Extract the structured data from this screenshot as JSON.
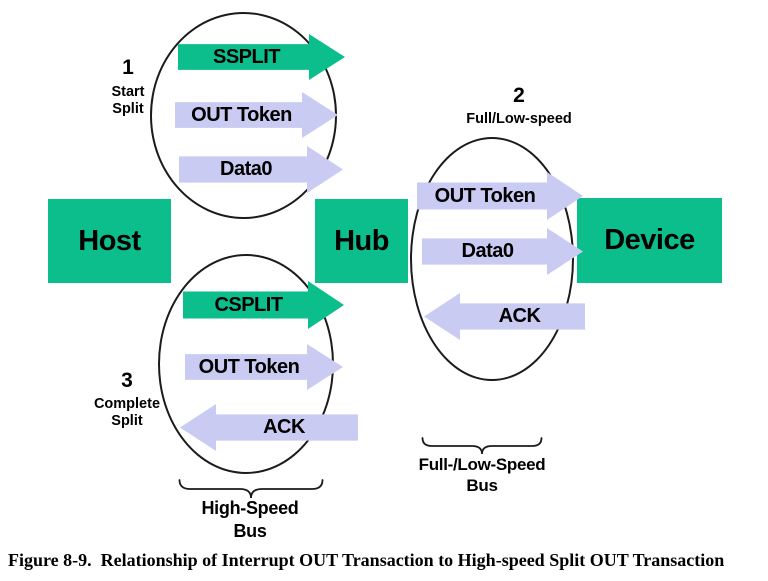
{
  "colors": {
    "green": "#0CBE8C",
    "lavender": "#C9CBF2"
  },
  "nodes": {
    "host": "Host",
    "hub": "Hub",
    "device": "Device"
  },
  "groups": [
    {
      "number": "1",
      "name": "Start\nSplit",
      "arrows": [
        {
          "label": "SSPLIT",
          "color": "green",
          "direction": "right"
        },
        {
          "label": "OUT Token",
          "color": "lavender",
          "direction": "right"
        },
        {
          "label": "Data0",
          "color": "lavender",
          "direction": "right"
        }
      ]
    },
    {
      "number": "2",
      "name": "Full/Low-speed",
      "arrows": [
        {
          "label": "OUT Token",
          "color": "lavender",
          "direction": "right"
        },
        {
          "label": "Data0",
          "color": "lavender",
          "direction": "right"
        },
        {
          "label": "ACK",
          "color": "lavender",
          "direction": "left"
        }
      ]
    },
    {
      "number": "3",
      "name": "Complete\nSplit",
      "arrows": [
        {
          "label": "CSPLIT",
          "color": "green",
          "direction": "right"
        },
        {
          "label": "OUT Token",
          "color": "lavender",
          "direction": "right"
        },
        {
          "label": "ACK",
          "color": "lavender",
          "direction": "left"
        }
      ]
    }
  ],
  "buses": {
    "high_speed": "High-Speed\nBus",
    "full_low": "Full-/Low-Speed\nBus"
  },
  "caption": "Figure 8-9.  Relationship of Interrupt OUT Transaction to High-speed Split OUT Transaction"
}
